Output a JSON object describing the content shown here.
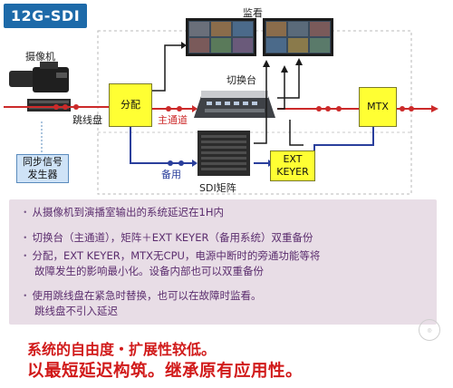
{
  "badge": "12G-SDI",
  "labels": {
    "monitor": "监看",
    "camera": "摄像机",
    "patch": "跳线盘",
    "switcher": "切换台",
    "main_channel": "主通道",
    "backup": "备用",
    "sdi_matrix": "SDI矩阵"
  },
  "boxes": {
    "distribute": "分配",
    "mtx": "MTX",
    "ext_keyer_line1": "EXT",
    "ext_keyer_line2": "KEYER",
    "sync_line1": "同步信号",
    "sync_line2": "发生器"
  },
  "notes": [
    {
      "line1": "从摄像机到演播室输出的系统延迟在1H内"
    },
    {
      "line1": "切换台（主通道），矩阵＋EXT  KEYER（备用系统）双重备份"
    },
    {
      "line1": "分配，EXT KEYER，MTX无CPU，电源中断时的旁通功能等将",
      "line2": "故障发生的影响最小化。设备内部也可以双重备份"
    },
    {
      "line1": "使用跳线盘在紧急时替换，也可以在故障时监看。",
      "line2": "跳线盘不引入延迟"
    }
  ],
  "bottom": {
    "line1": "系统的自由度・扩展性较低。",
    "line2": "以最短延迟构筑。继承原有应用性。"
  },
  "colors": {
    "signal_red": "#cc2a2a",
    "signal_blue": "#2a3f9c",
    "highlight_yellow": "#ffff33",
    "accent_blue": "#1d6aa9",
    "notes_bg": "#e8dde6"
  }
}
